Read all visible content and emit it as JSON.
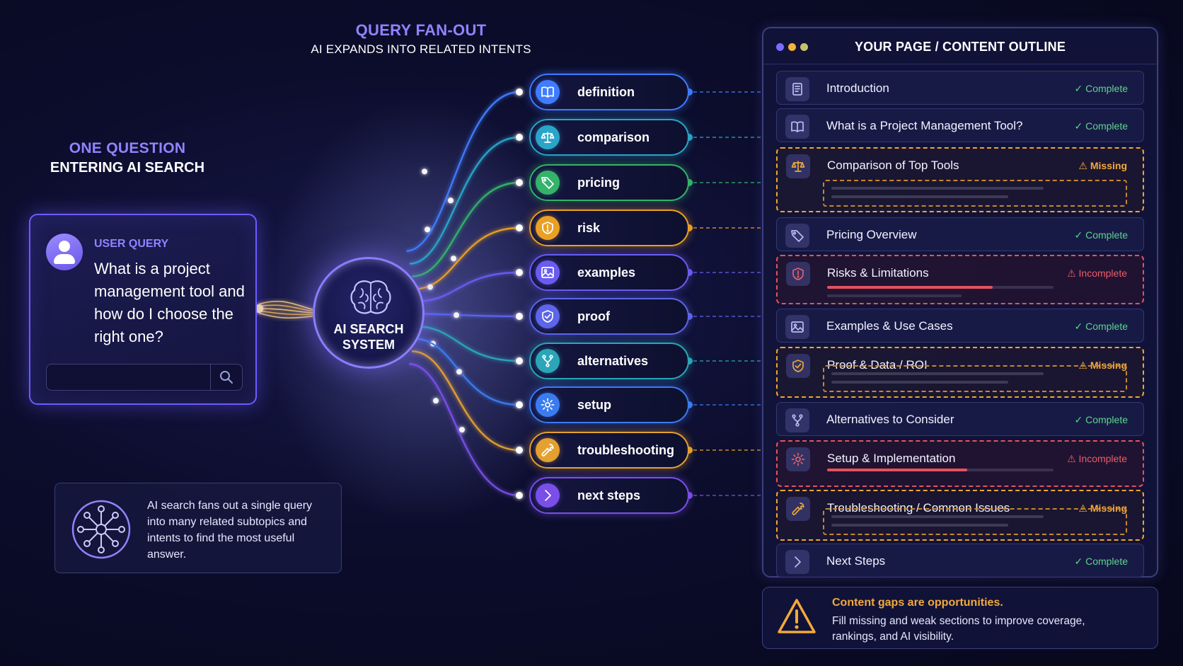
{
  "left_heading": {
    "line1": "ONE QUESTION",
    "line2": "ENTERING AI SEARCH"
  },
  "center_heading": {
    "line1": "QUERY FAN-OUT",
    "line2": "AI EXPANDS INTO RELATED INTENTS"
  },
  "query_card": {
    "label": "USER QUERY",
    "text": "What is a project management tool and how do I choose the right one?",
    "search_icon": "search-icon"
  },
  "ai_core": {
    "line1": "AI SEARCH",
    "line2": "SYSTEM",
    "icon": "brain-icon"
  },
  "note": {
    "text": "AI search fans out a single query into many related subtopics and intents to find the most useful answer.",
    "icon": "network-icon"
  },
  "intents": [
    {
      "label": "definition",
      "color": "#3f7cff",
      "icon": "book-icon"
    },
    {
      "label": "comparison",
      "color": "#2aa5c8",
      "icon": "scales-icon"
    },
    {
      "label": "pricing",
      "color": "#34b36a",
      "icon": "tag-icon"
    },
    {
      "label": "risk",
      "color": "#e9a024",
      "icon": "shield-alert-icon"
    },
    {
      "label": "examples",
      "color": "#6a5cf0",
      "icon": "image-icon"
    },
    {
      "label": "proof",
      "color": "#5d65ea",
      "icon": "shield-check-icon"
    },
    {
      "label": "alternatives",
      "color": "#2aa6b8",
      "icon": "fork-icon"
    },
    {
      "label": "setup",
      "color": "#3a7cf0",
      "icon": "gear-icon"
    },
    {
      "label": "troubleshooting",
      "color": "#e4a030",
      "icon": "wrench-icon"
    },
    {
      "label": "next steps",
      "color": "#7a4fe8",
      "icon": "chevron-right-icon"
    }
  ],
  "outline": {
    "title": "YOUR PAGE / CONTENT OUTLINE",
    "window_dots": [
      "#7c6cff",
      "#f0b43a",
      "#c9c16a"
    ],
    "sections": [
      {
        "title": "Introduction",
        "status": "Complete",
        "state": "complete",
        "icon": "document-icon"
      },
      {
        "title": "What is a Project Management Tool?",
        "status": "Complete",
        "state": "complete",
        "icon": "book-icon"
      },
      {
        "title": "Comparison of Top Tools",
        "status": "Missing",
        "state": "missing",
        "icon": "scales-icon"
      },
      {
        "title": "Pricing Overview",
        "status": "Complete",
        "state": "complete",
        "icon": "tag-icon"
      },
      {
        "title": "Risks & Limitations",
        "status": "Incomplete",
        "state": "incomplete",
        "icon": "shield-alert-icon",
        "progress": 0.73
      },
      {
        "title": "Examples & Use Cases",
        "status": "Complete",
        "state": "complete",
        "icon": "image-icon"
      },
      {
        "title": "Proof & Data / ROI",
        "status": "Missing",
        "state": "missing",
        "icon": "shield-check-icon"
      },
      {
        "title": "Alternatives to Consider",
        "status": "Complete",
        "state": "complete",
        "icon": "fork-icon"
      },
      {
        "title": "Setup & Implementation",
        "status": "Incomplete",
        "state": "incomplete",
        "icon": "gear-icon",
        "progress": 0.62
      },
      {
        "title": "Troubleshooting / Common Issues",
        "status": "Missing",
        "state": "missing",
        "icon": "wrench-icon"
      },
      {
        "title": "Next Steps",
        "status": "Complete",
        "state": "complete",
        "icon": "chevron-right-icon"
      }
    ]
  },
  "gap_callout": {
    "title": "Content gaps are opportunities.",
    "text": "Fill missing and weak sections to improve coverage, rankings, and AI visibility.",
    "icon": "warning-icon"
  }
}
